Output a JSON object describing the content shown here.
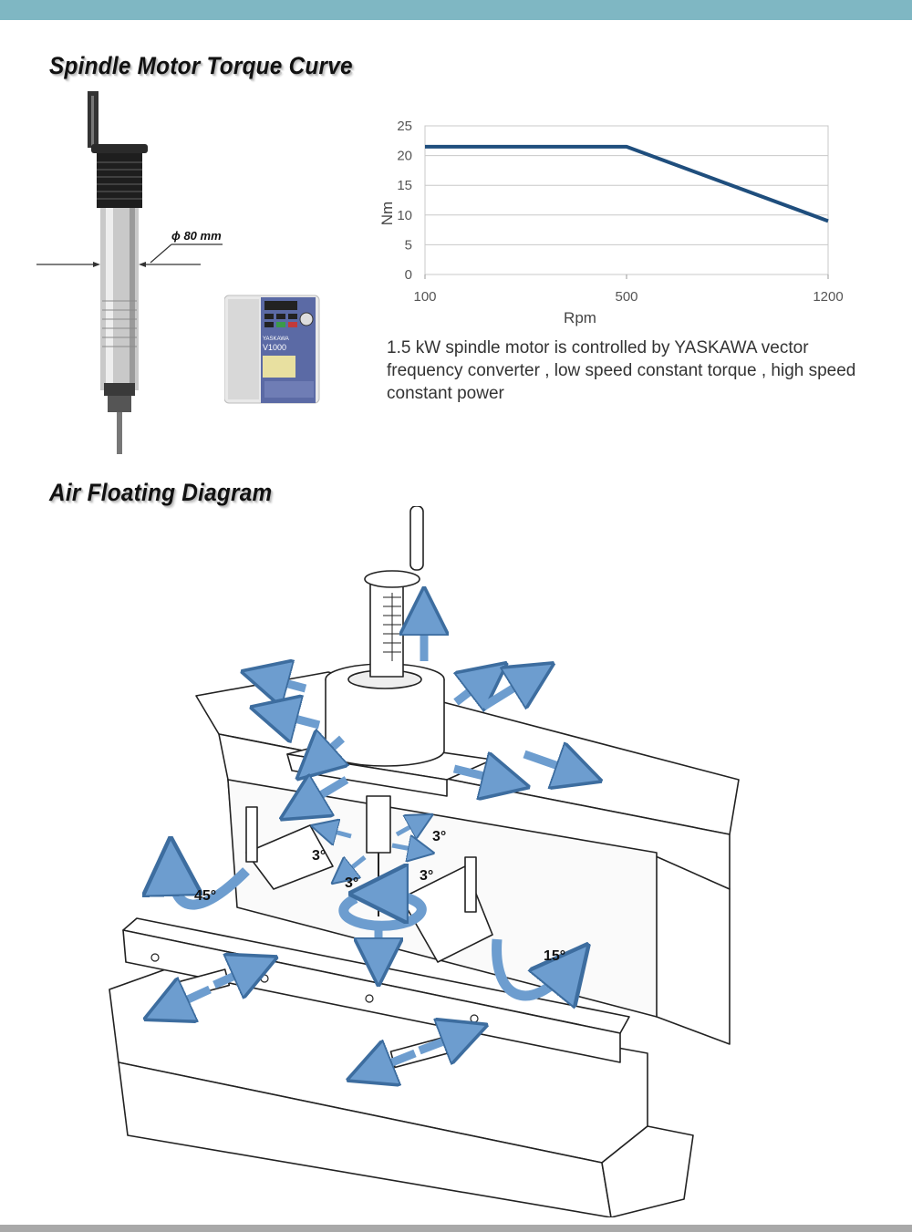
{
  "header": {
    "bar_color": "#7fb7c3"
  },
  "section1": {
    "title": "Spindle Motor Torque Curve"
  },
  "section2": {
    "title": "Air Floating Diagram"
  },
  "spindle": {
    "diameter_label": "ϕ 80 mm"
  },
  "inverter": {
    "model_label": "V1000",
    "brand_label": "YASKAWA"
  },
  "description": "1.5 kW spindle motor is controlled by YASKAWA vector frequency converter , low speed constant torque ,  high speed constant power",
  "chart_data": {
    "type": "line",
    "xlabel": "Rpm",
    "ylabel": "Nm",
    "categories": [
      "100",
      "500",
      "1200"
    ],
    "ylim": [
      0,
      25
    ],
    "yticks": [
      "0",
      "5",
      "10",
      "15",
      "20",
      "25"
    ],
    "grid": true,
    "series": [
      {
        "x": [
          0,
          1,
          2
        ],
        "values": [
          21.5,
          21.5,
          9
        ],
        "color": "#1f4e7d"
      }
    ]
  },
  "diagram": {
    "angle_labels": {
      "a45": "45°",
      "a15": "15°",
      "a3_1": "3°",
      "a3_2": "3°",
      "a3_3": "3°",
      "a3_4": "3°"
    },
    "arrow_color": "#6d9dcf"
  },
  "footer": {
    "bar_color": "#a9a9a9"
  }
}
